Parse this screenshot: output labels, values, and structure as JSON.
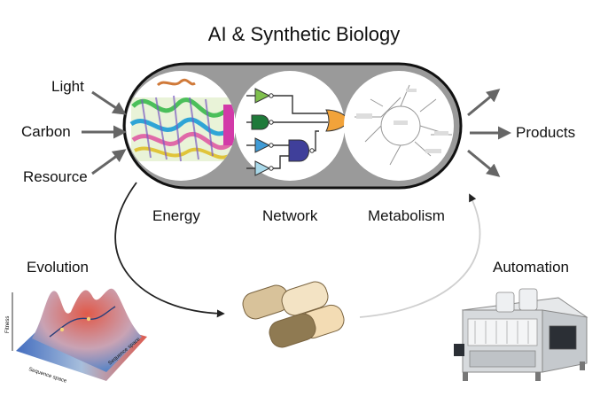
{
  "title": "AI & Synthetic Biology",
  "inputs": [
    "Light",
    "Carbon",
    "Resource"
  ],
  "output": "Products",
  "modules": [
    "Energy",
    "Network",
    "Metabolism"
  ],
  "cycle": {
    "left": "Evolution",
    "right": "Automation"
  },
  "landscape": {
    "y_axis": "Fitness",
    "x_axis": "Sequence space",
    "z_axis": "Sequence space"
  },
  "colors": {
    "capsule_fill": "#9a9a9a",
    "capsule_stroke": "#111111",
    "cell_fill": "#d8c29a",
    "cell_dark": "#8f7a52",
    "gate_green_light": "#7fc04d",
    "gate_green_dark": "#1f7a3a",
    "gate_blue": "#3f9bd6",
    "gate_blue_light": "#a9d9ea",
    "gate_purple": "#3f3f9a",
    "gate_orange": "#f2a33a"
  }
}
